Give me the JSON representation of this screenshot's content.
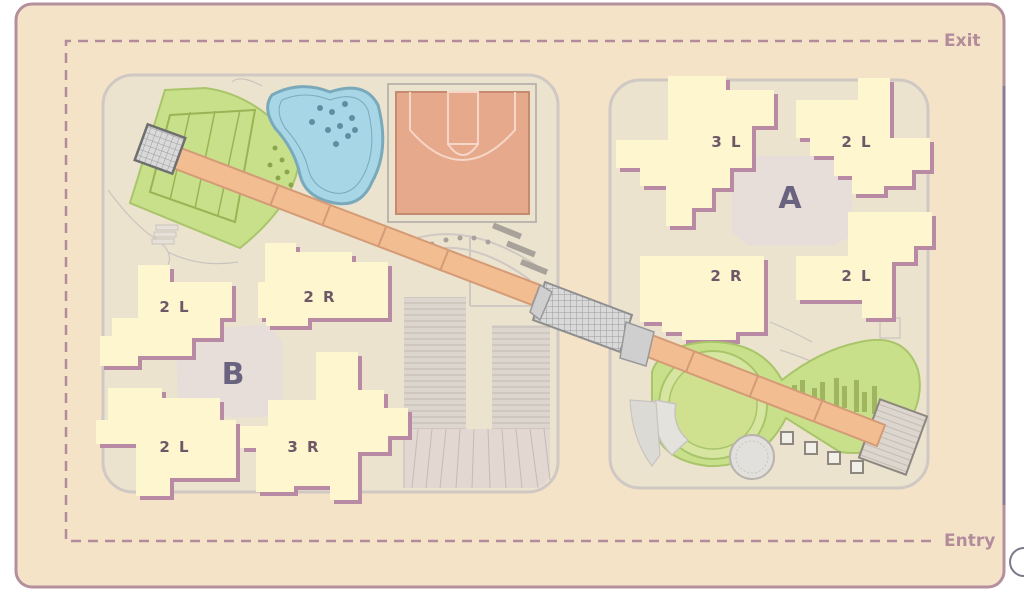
{
  "route": {
    "exit_label": "Exit",
    "entry_label": "Entry"
  },
  "block_b": {
    "label": "B",
    "buildings": {
      "b1": "2 L",
      "b2": "2 R",
      "b3": "2 L",
      "b4": "3 R"
    }
  },
  "block_a": {
    "label": "A",
    "buildings": {
      "a1": "3 L",
      "a2": "2 L",
      "a3": "2 R",
      "a4": "2 L"
    }
  },
  "colors": {
    "site_background": "#f5e3c8",
    "site_border": "#b4909c",
    "block_fill": "#ece3cf",
    "building_fill": "#fdf6cf",
    "building_shadow": "#b98aa4",
    "lawn": "#c9e08a",
    "court": "#e7a98c",
    "pool": "#a7d6e6",
    "bridge": "#f3bd92"
  }
}
